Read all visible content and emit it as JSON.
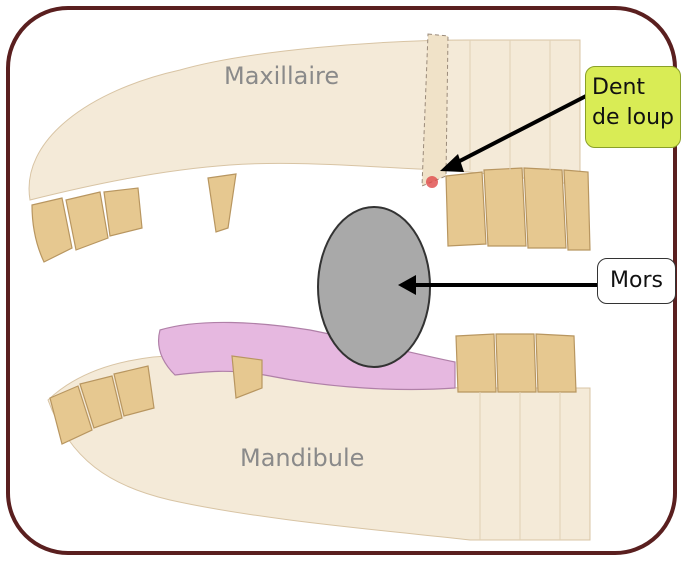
{
  "labels": {
    "maxillaire": "Maxillaire",
    "mandibule": "Mandibule",
    "dent_line1": "Dent",
    "dent_line2": "de loup",
    "mors": "Mors"
  },
  "colors": {
    "frame": "#5a1f1f",
    "bone": "#f3e7d2",
    "tooth": "#e2c48a",
    "tongue": "#e6b8e0",
    "bit": "#a9a9a9",
    "callout_highlight": "#d9ec55"
  }
}
